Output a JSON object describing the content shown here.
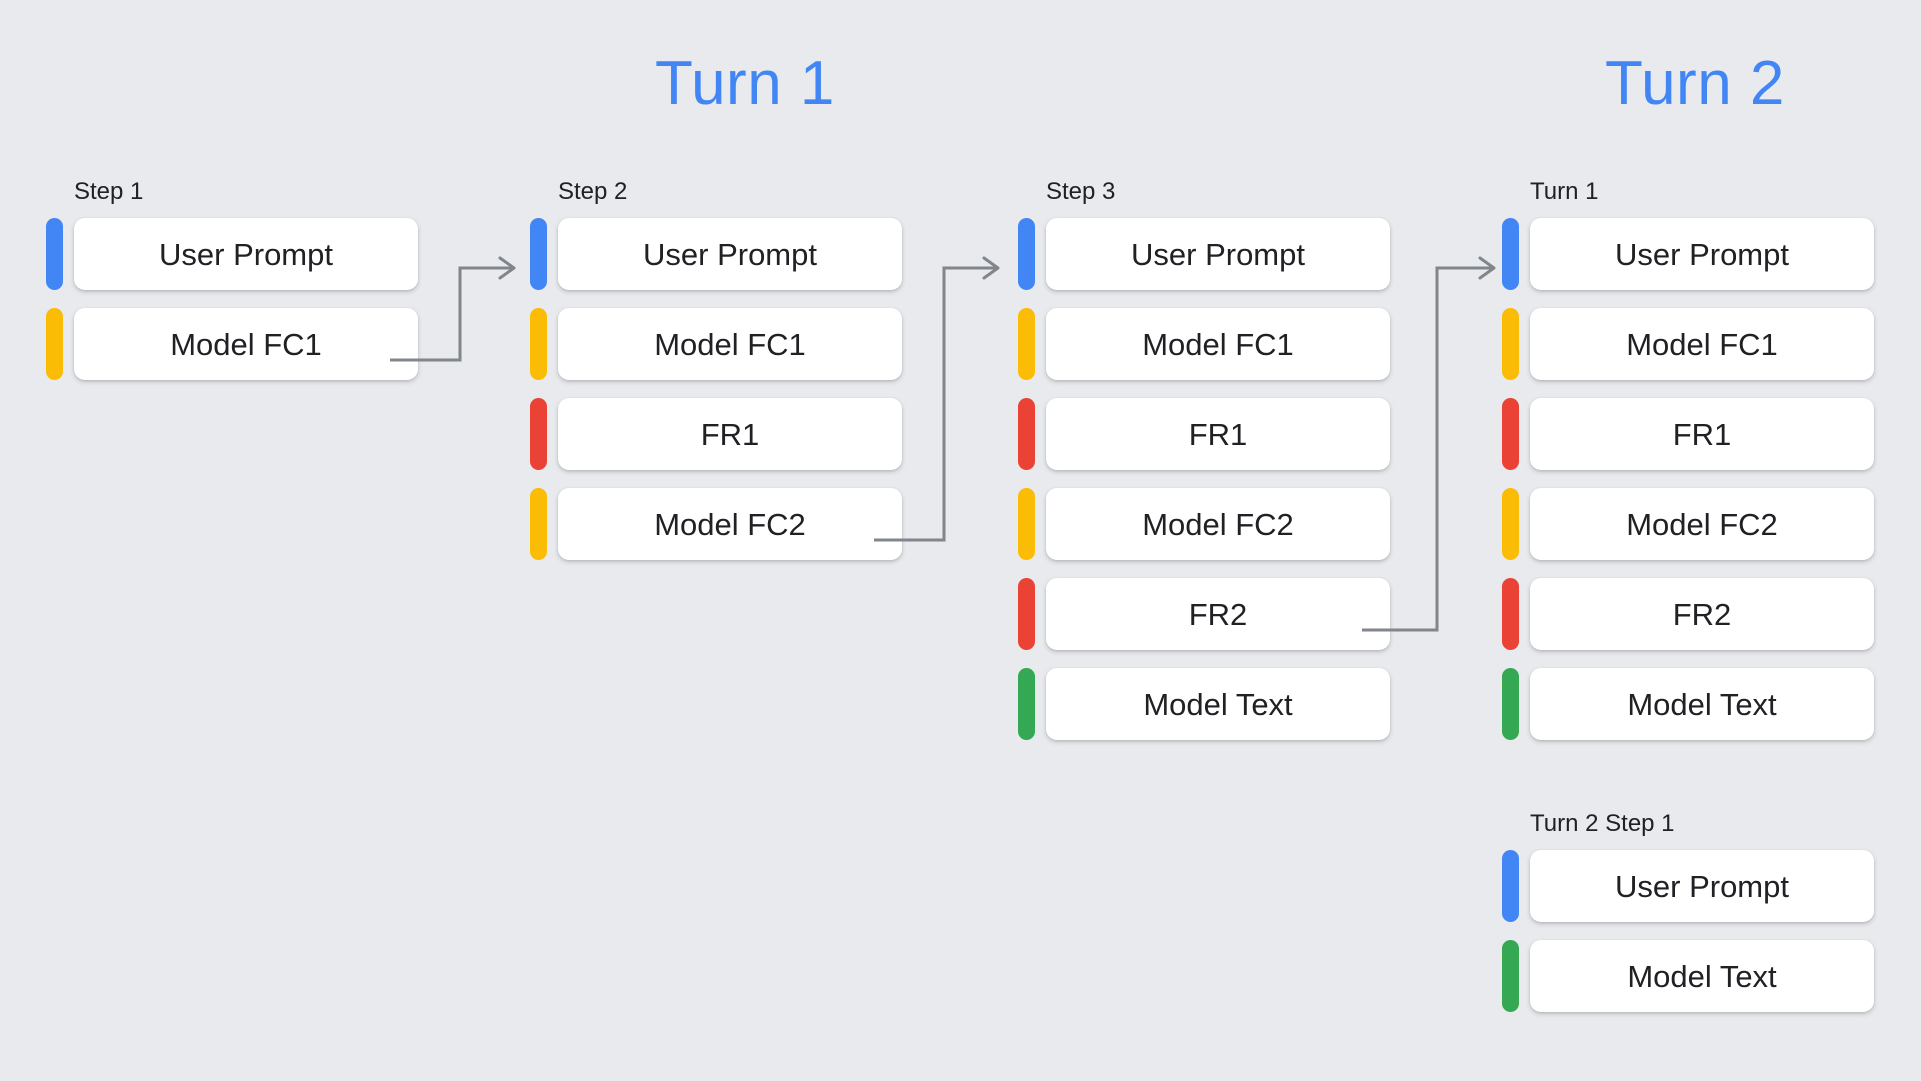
{
  "background_color": "#e8eaed",
  "palette": {
    "blue": "#4285f4",
    "yellow": "#fbbc05",
    "red": "#ea4335",
    "green": "#34a853",
    "title_blue": "#4285f4",
    "card_bg": "#ffffff",
    "text": "#202124",
    "connector": "#80868b"
  },
  "titles": {
    "turn1": "Turn 1",
    "turn2": "Turn 2"
  },
  "groups": {
    "step1": {
      "label": "Step 1",
      "rows": [
        {
          "color": "blue",
          "label": "User Prompt"
        },
        {
          "color": "yellow",
          "label": "Model FC1"
        }
      ]
    },
    "step2": {
      "label": "Step 2",
      "rows": [
        {
          "color": "blue",
          "label": "User Prompt"
        },
        {
          "color": "yellow",
          "label": "Model FC1"
        },
        {
          "color": "red",
          "label": "FR1"
        },
        {
          "color": "yellow",
          "label": "Model FC2"
        }
      ]
    },
    "step3": {
      "label": "Step 3",
      "rows": [
        {
          "color": "blue",
          "label": "User Prompt"
        },
        {
          "color": "yellow",
          "label": "Model FC1"
        },
        {
          "color": "red",
          "label": "FR1"
        },
        {
          "color": "yellow",
          "label": "Model FC2"
        },
        {
          "color": "red",
          "label": "FR2"
        },
        {
          "color": "green",
          "label": "Model Text"
        }
      ]
    },
    "turn1": {
      "label": "Turn 1",
      "rows": [
        {
          "color": "blue",
          "label": "User Prompt"
        },
        {
          "color": "yellow",
          "label": "Model FC1"
        },
        {
          "color": "red",
          "label": "FR1"
        },
        {
          "color": "yellow",
          "label": "Model FC2"
        },
        {
          "color": "red",
          "label": "FR2"
        },
        {
          "color": "green",
          "label": "Model Text"
        }
      ]
    },
    "turn2step1": {
      "label": "Turn 2 Step 1",
      "rows": [
        {
          "color": "blue",
          "label": "User Prompt"
        },
        {
          "color": "green",
          "label": "Model Text"
        }
      ]
    }
  },
  "connectors": [
    {
      "name": "step1-to-step2",
      "from_row": "Model FC1",
      "to_row": "User Prompt"
    },
    {
      "name": "step2-to-step3",
      "from_row": "Model FC2",
      "to_row": "User Prompt"
    },
    {
      "name": "step3-to-turn1",
      "from_row": "FR2",
      "to_row": "User Prompt"
    }
  ]
}
